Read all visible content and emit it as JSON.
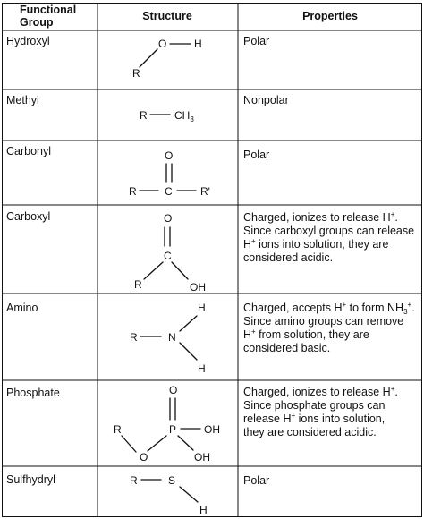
{
  "headers": {
    "group_line1": "Functional",
    "group_line2": "Group",
    "structure": "Structure",
    "properties": "Properties"
  },
  "rows": [
    {
      "name": "Hydroxyl",
      "properties": [
        "Polar"
      ]
    },
    {
      "name": "Methyl",
      "properties": [
        "Nonpolar"
      ]
    },
    {
      "name": "Carbonyl",
      "properties": [
        "Polar"
      ]
    },
    {
      "name": "Carboxyl",
      "properties": [
        "Charged, ionizes to release H+.",
        "Since carboxyl groups can release",
        "H+ ions into solution, they are",
        "considered acidic."
      ]
    },
    {
      "name": "Amino",
      "properties": [
        "Charged, accepts H+ to form NH3+.",
        "Since amino groups can remove",
        "H+ from solution, they are",
        "considered basic."
      ]
    },
    {
      "name": "Phosphate",
      "properties": [
        "Charged, ionizes to release H+.",
        "Since phosphate groups can",
        "release H+ ions into solution,",
        "they are considered acidic."
      ]
    },
    {
      "name": "Sulfhydryl",
      "properties": [
        "Polar"
      ]
    }
  ],
  "atoms": {
    "R": "R",
    "O": "O",
    "H": "H",
    "C": "C",
    "N": "N",
    "P": "P",
    "S": "S",
    "OH": "OH",
    "CH": "CH",
    "three": "3",
    "Rprime": "R'"
  }
}
